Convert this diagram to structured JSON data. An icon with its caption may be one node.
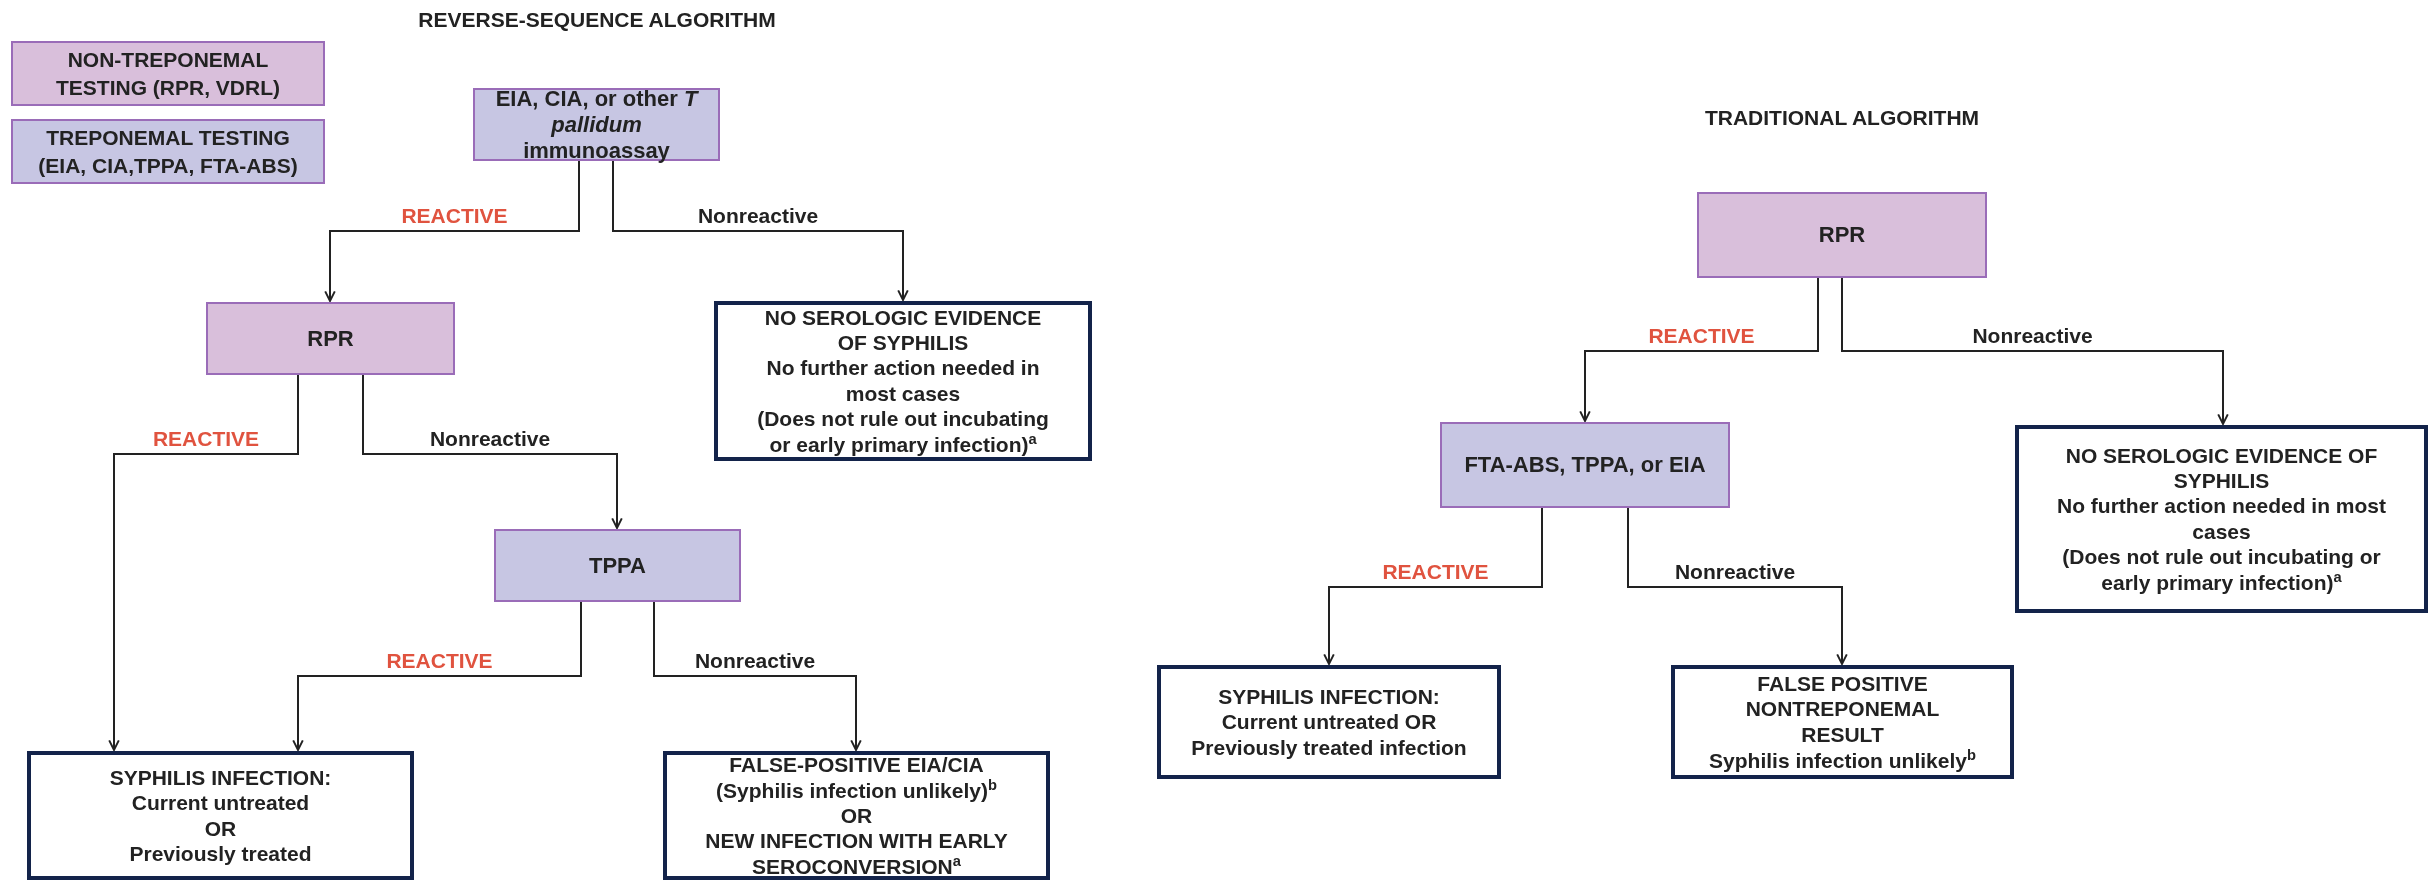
{
  "diagram": {
    "nodes": [
      {
        "text": [
          "EIA, CIA, or other *T pallidum* immunoassay"
        ]
      },
      {
        "text": [
          "RPR"
        ]
      },
      {
        "text": [
          "NO SEROLOGIC EVIDENCE OF SYPHILIS",
          "No further action needed in most cases",
          "(Does not rule out incubating or early primary infection)$^{a}$"
        ]
      },
      {
        "text": [
          "TPPA"
        ]
      },
      {
        "text": [
          "SYPHILIS INFECTION:",
          "Current untreated",
          "OR",
          "Previously treated"
        ]
      },
      {
        "text": [
          "FALSE-POSITIVE EIA/CIA",
          "(Syphilis infection unlikely)$^{b}$",
          "OR",
          "NEW INFECTION WITH EARLY SEROCONVERSION$^{a}$"
        ]
      },
      {
        "text": [
          "RPR"
        ]
      },
      {
        "text": [
          "FTA-ABS, TPPA, or EIA"
        ]
      },
      {
        "text": [
          "NO SEROLOGIC EVIDENCE OF SYPHILIS",
          "No further action needed in most cases",
          "(Does not rule out incubating or early primary infection)$^{a}$"
        ]
      },
      {
        "text": [
          "SYPHILIS INFECTION:",
          "Current untreated OR Previously treated infection"
        ]
      },
      {
        "text": [
          "FALSE POSITIVE NONTREPONEMAL RESULT",
          "Syphilis infection unlikely$^{b}$"
        ]
      }
    ],
    "edges": [
      {
        "from": 0,
        "to": 1,
        "arrow": "to",
        "label": "REACTIVE"
      },
      {
        "from": 0,
        "to": 2,
        "arrow": "to",
        "label": "Nonreactive"
      },
      {
        "from": 1,
        "to": 4,
        "arrow": "to",
        "label": "REACTIVE"
      },
      {
        "from": 1,
        "to": 3,
        "arrow": "to",
        "label": "Nonreactive"
      },
      {
        "from": 3,
        "to": 4,
        "arrow": "to",
        "label": "REACTIVE"
      },
      {
        "from": 3,
        "to": 5,
        "arrow": "to",
        "label": "Nonreactive"
      },
      {
        "from": 6,
        "to": 7,
        "arrow": "to",
        "label": "REACTIVE"
      },
      {
        "from": 6,
        "to": 8,
        "arrow": "to",
        "label": "Nonreactive"
      },
      {
        "from": 7,
        "to": 9,
        "arrow": "to",
        "label": "REACTIVE"
      },
      {
        "from": 7,
        "to": 10,
        "arrow": "to",
        "label": "Nonreactive"
      }
    ],
    "labels": [
      "REVERSE-SEQUENCE ALGORITHM",
      "TRADITIONAL ALGORITHM"
    ],
    "legend": [
      {
        "text": "NON-TREPONEMAL TESTING (RPR, VDRL)",
        "color": "#d9bfdb"
      },
      {
        "text": "TREPONEMAL TESTING (EIA, CIA,TPPA, FTA-ABS)",
        "color": "#c7c6e3"
      }
    ]
  }
}
